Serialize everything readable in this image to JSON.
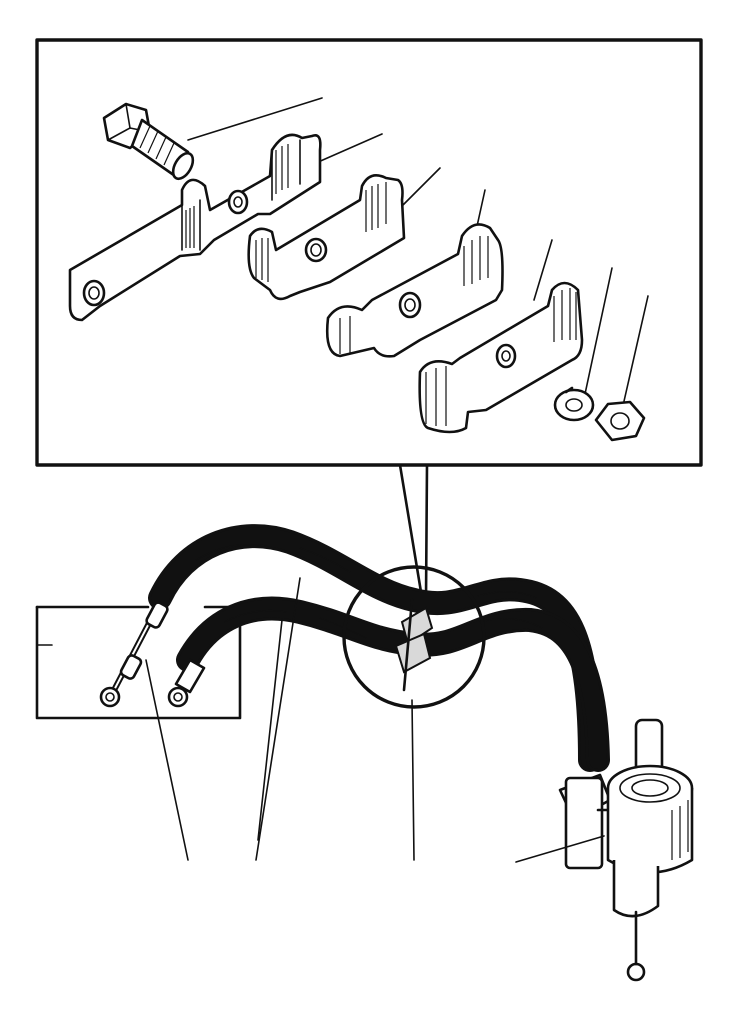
{
  "figure": {
    "description_text": "",
    "colors": {
      "ink": "#111111",
      "paper": "#ffffff"
    },
    "exploded_view_parts": [
      {
        "part": "bolt",
        "icon": "hex-bolt-icon"
      },
      {
        "part": "mounting-strap",
        "icon": "strap-icon"
      },
      {
        "part": "clamp-1",
        "icon": "clamp-icon"
      },
      {
        "part": "clamp-2",
        "icon": "clamp-icon"
      },
      {
        "part": "clamp-3",
        "icon": "clamp-icon"
      },
      {
        "part": "lock-washer",
        "icon": "washer-icon"
      },
      {
        "part": "hex-nut",
        "icon": "nut-icon"
      }
    ],
    "assembly_parts": [
      {
        "part": "fuel-line-with-fittings",
        "icon": "pipe-icon"
      },
      {
        "part": "fuel-hoses",
        "icon": "hose-icon"
      },
      {
        "part": "clamp-assembly",
        "icon": "clamp-icon"
      },
      {
        "part": "electric-fuel-pump",
        "icon": "pump-icon"
      }
    ]
  }
}
